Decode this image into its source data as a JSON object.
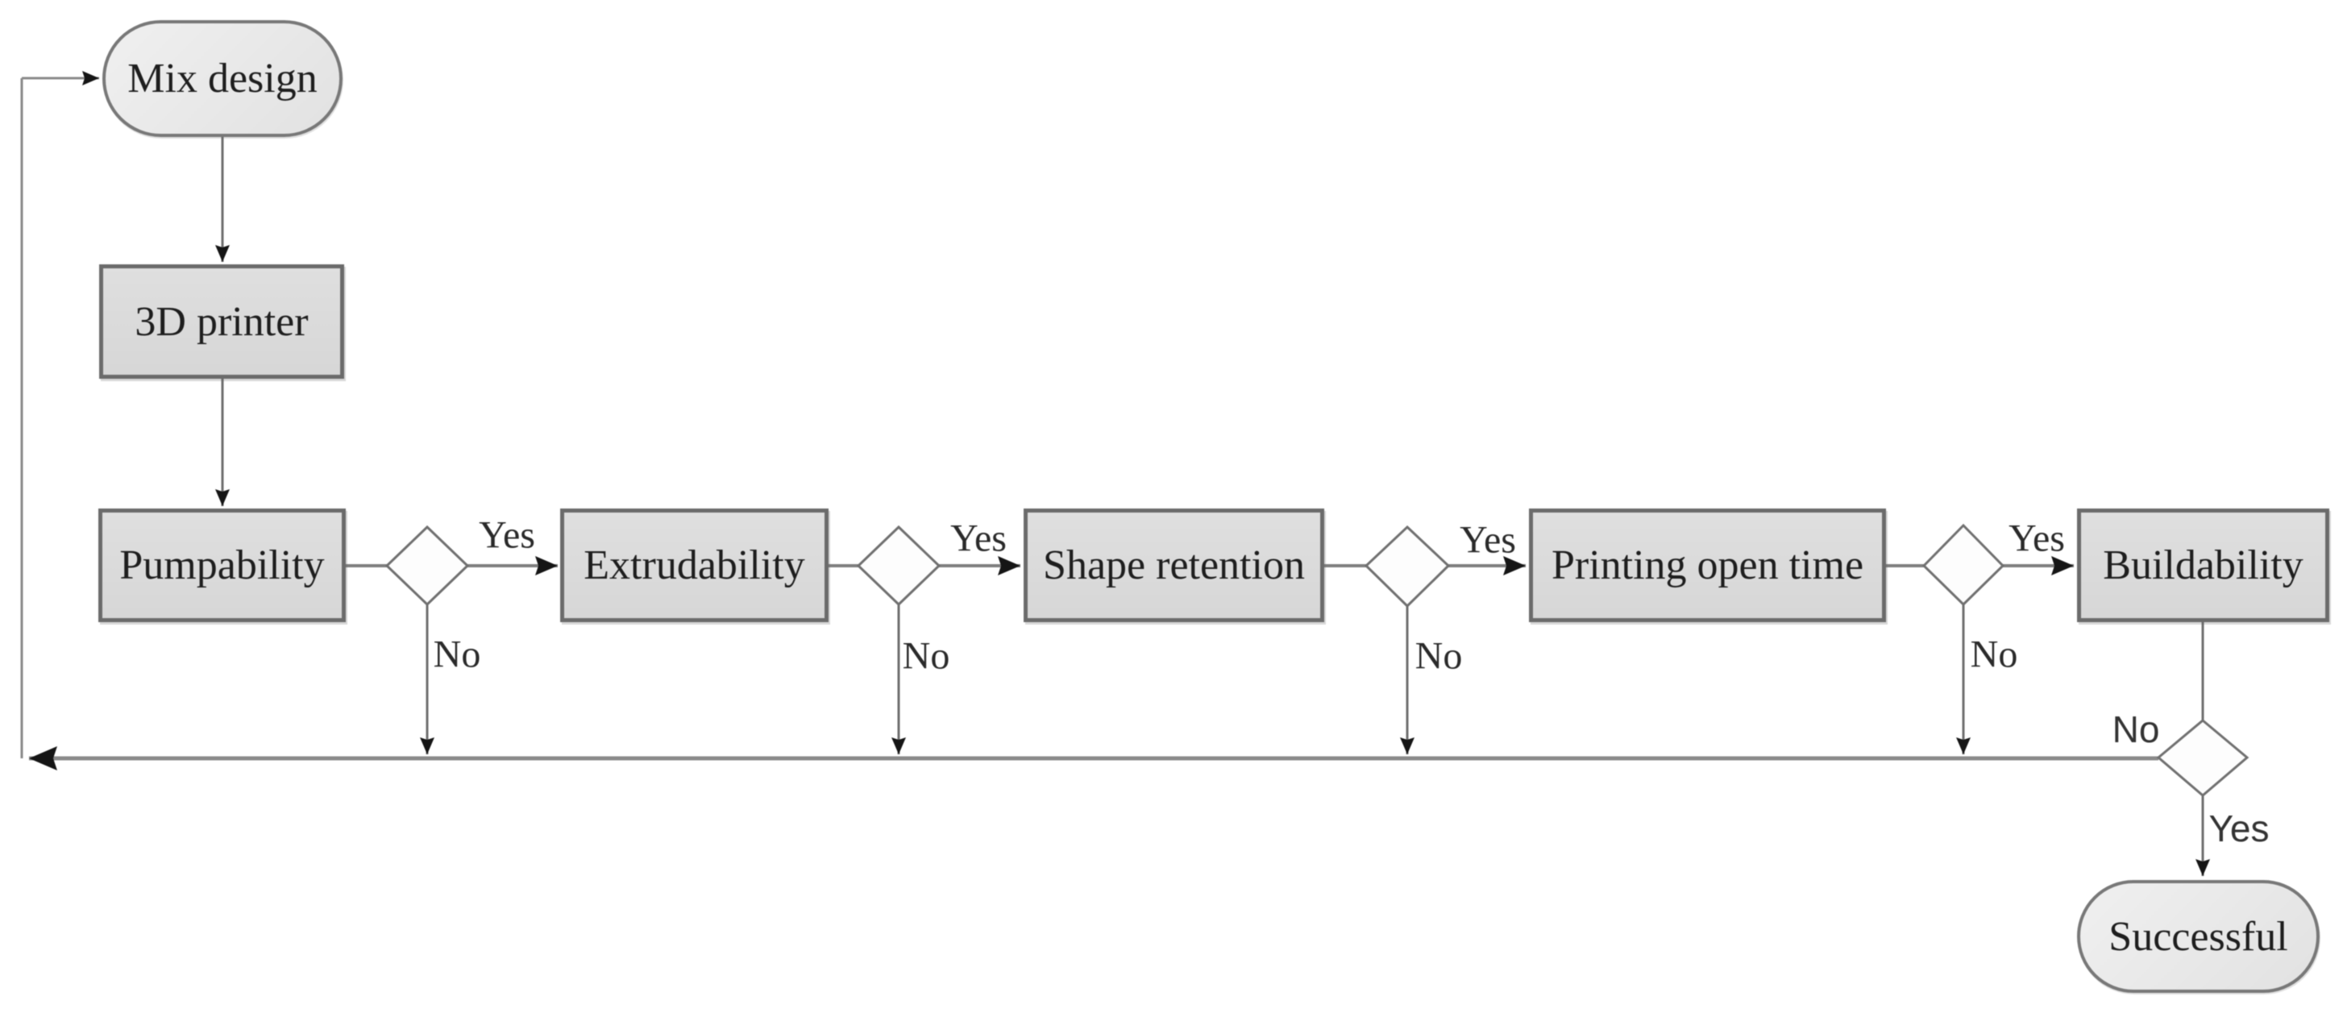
{
  "diagram": {
    "type": "flowchart",
    "background_color": "#ffffff",
    "colors": {
      "process_fill": "#dadada",
      "process_border": "#6b6b6b",
      "terminator_fill": "#e9e9e9",
      "terminator_border": "#787878",
      "decision_fill": "#fdfdfd",
      "decision_border": "#707070",
      "connector": "#7f7f7f",
      "feedback_line": "#8a8a8a",
      "arrowhead": "#151515",
      "text": "#1e1e1e"
    },
    "nodes": {
      "mix_design": {
        "label": "Mix design",
        "shape": "terminator"
      },
      "printer_3d": {
        "label": "3D printer",
        "shape": "process"
      },
      "pumpability": {
        "label": "Pumpability",
        "shape": "process"
      },
      "extrudability": {
        "label": "Extrudability",
        "shape": "process"
      },
      "shape_retention": {
        "label": "Shape retention",
        "shape": "process"
      },
      "printing_open_time": {
        "label": "Printing open time",
        "shape": "process"
      },
      "buildability": {
        "label": "Buildability",
        "shape": "process"
      },
      "successful": {
        "label": "Successful",
        "shape": "terminator"
      }
    },
    "decisions": {
      "after_pumpability": {
        "yes": "Yes",
        "no": "No"
      },
      "after_extrudability": {
        "yes": "Yes",
        "no": "No"
      },
      "after_shape_retention": {
        "yes": "Yes",
        "no": "No"
      },
      "after_printing_open_time": {
        "yes": "Yes",
        "no": "No"
      },
      "after_buildability": {
        "yes": "Yes",
        "no": "No"
      }
    },
    "edges": [
      {
        "from": "mix_design",
        "to": "printer_3d",
        "label": ""
      },
      {
        "from": "printer_3d",
        "to": "pumpability",
        "label": ""
      },
      {
        "from": "pumpability",
        "to": "decision_after_pumpability",
        "label": ""
      },
      {
        "from": "decision_after_pumpability",
        "to": "extrudability",
        "label": "Yes"
      },
      {
        "from": "decision_after_pumpability",
        "to": "mix_design",
        "label": "No"
      },
      {
        "from": "extrudability",
        "to": "decision_after_extrudability",
        "label": ""
      },
      {
        "from": "decision_after_extrudability",
        "to": "shape_retention",
        "label": "Yes"
      },
      {
        "from": "decision_after_extrudability",
        "to": "mix_design",
        "label": "No"
      },
      {
        "from": "shape_retention",
        "to": "decision_after_shape_retention",
        "label": ""
      },
      {
        "from": "decision_after_shape_retention",
        "to": "printing_open_time",
        "label": "Yes"
      },
      {
        "from": "decision_after_shape_retention",
        "to": "mix_design",
        "label": "No"
      },
      {
        "from": "printing_open_time",
        "to": "decision_after_printing_open_time",
        "label": ""
      },
      {
        "from": "decision_after_printing_open_time",
        "to": "buildability",
        "label": "Yes"
      },
      {
        "from": "decision_after_printing_open_time",
        "to": "mix_design",
        "label": "No"
      },
      {
        "from": "buildability",
        "to": "decision_after_buildability",
        "label": ""
      },
      {
        "from": "decision_after_buildability",
        "to": "successful",
        "label": "Yes"
      },
      {
        "from": "decision_after_buildability",
        "to": "mix_design",
        "label": "No"
      }
    ]
  }
}
